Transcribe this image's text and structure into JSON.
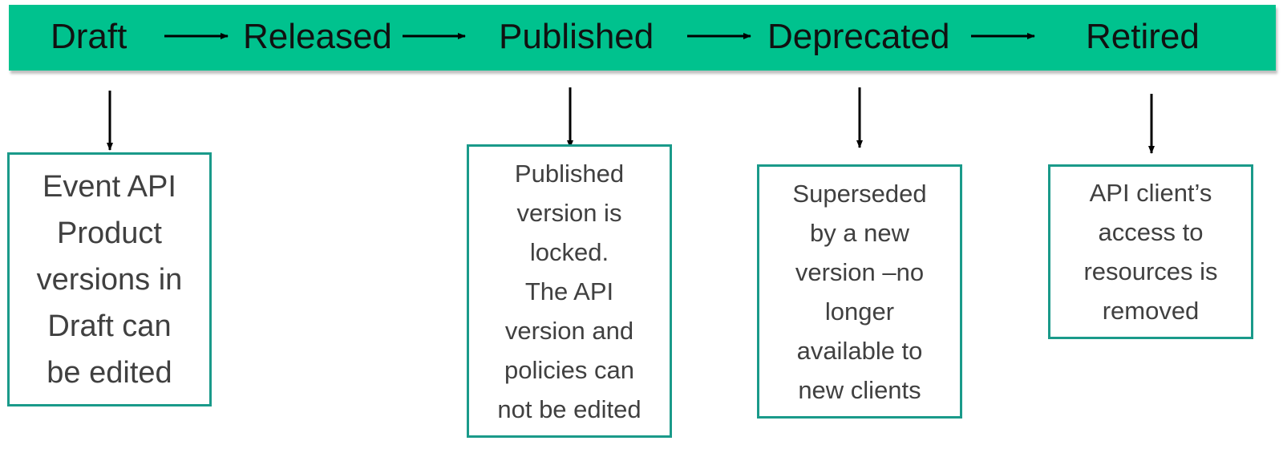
{
  "stages": [
    "Draft",
    "Released",
    "Published",
    "Deprecated",
    "Retired"
  ],
  "notes": {
    "draft": "Event API\nProduct\nversions in\nDraft can\nbe edited",
    "published": "Published\nversion is\nlocked.\nThe API\nversion and\npolicies can\nnot be edited",
    "deprecated": "Superseded\nby a new\nversion –no\nlonger\navailable to\nnew clients",
    "retired": "API client’s\naccess to\nresources is\nremoved"
  },
  "colors": {
    "banner": "#00c28e",
    "box_border": "#1a9a8a",
    "arrow": "#000000",
    "note_text": "#404040"
  }
}
